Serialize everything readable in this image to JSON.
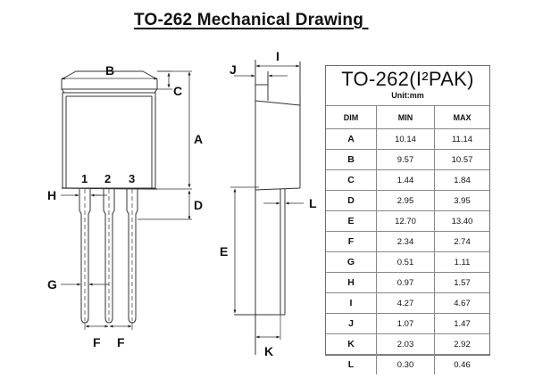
{
  "title": "TO-262 Mechanical Drawing ",
  "front_view": {
    "labels": {
      "B": "B",
      "C": "C",
      "A": "A",
      "D": "D",
      "H": "H",
      "G": "G",
      "F1": "F",
      "F2": "F"
    },
    "pins": [
      "1",
      "2",
      "3"
    ]
  },
  "side_view": {
    "labels": {
      "I": "I",
      "J": "J",
      "L": "L",
      "E": "E",
      "K": "K"
    }
  },
  "table": {
    "package": "TO-262(I²PAK)",
    "unit": "Unit:mm",
    "columns": [
      "DIM",
      "MIN",
      "MAX"
    ],
    "rows": [
      {
        "dim": "A",
        "min": "10.14",
        "max": "11.14"
      },
      {
        "dim": "B",
        "min": "9.57",
        "max": "10.57"
      },
      {
        "dim": "C",
        "min": "1.44",
        "max": "1.84"
      },
      {
        "dim": "D",
        "min": "2.95",
        "max": "3.95"
      },
      {
        "dim": "E",
        "min": "12.70",
        "max": "13.40"
      },
      {
        "dim": "F",
        "min": "2.34",
        "max": "2.74"
      },
      {
        "dim": "G",
        "min": "0.51",
        "max": "1.11"
      },
      {
        "dim": "H",
        "min": "0.97",
        "max": "1.57"
      },
      {
        "dim": "I",
        "min": "4.27",
        "max": "4.67"
      },
      {
        "dim": "J",
        "min": "1.07",
        "max": "1.47"
      },
      {
        "dim": "K",
        "min": "2.03",
        "max": "2.92"
      },
      {
        "dim": "L",
        "min": "0.30",
        "max": "0.46"
      }
    ]
  }
}
